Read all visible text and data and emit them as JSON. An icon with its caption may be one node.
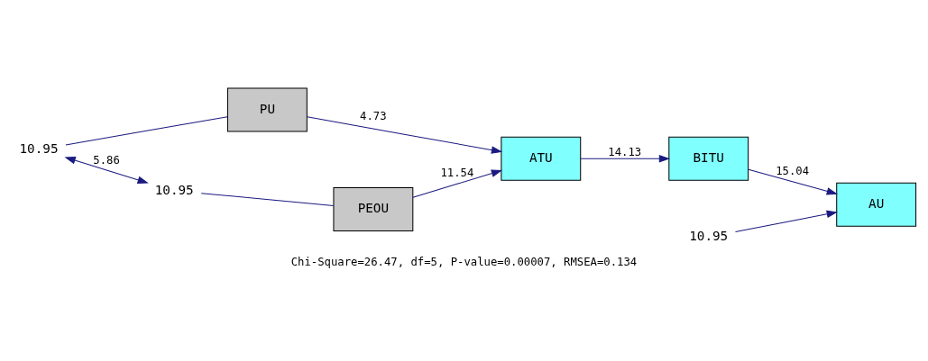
{
  "diagram": {
    "caption": "Chi-Square=26.47, df=5, P-value=0.00007, RMSEA=0.134",
    "nodes": [
      {
        "text": [
          "10.95"
        ]
      },
      {
        "text": [
          "PU"
        ]
      },
      {
        "text": [
          "10.95"
        ]
      },
      {
        "text": [
          "PEOU"
        ]
      },
      {
        "text": [
          "ATU"
        ]
      },
      {
        "text": [
          "BITU"
        ]
      },
      {
        "text": [
          "AU"
        ]
      },
      {
        "text": [
          "10.95"
        ]
      }
    ],
    "edges": [
      {
        "from": 0,
        "to": 1,
        "arrow": "none"
      },
      {
        "from": 2,
        "to": 3,
        "arrow": "none"
      },
      {
        "from": 0,
        "to": 2,
        "arrow": "both",
        "label": "5.86"
      },
      {
        "from": 1,
        "to": 4,
        "arrow": "to",
        "label": "4.73"
      },
      {
        "from": 3,
        "to": 4,
        "arrow": "to",
        "label": "11.54"
      },
      {
        "from": 4,
        "to": 5,
        "arrow": "to",
        "label": "14.13"
      },
      {
        "from": 5,
        "to": 6,
        "arrow": "to",
        "label": "15.04"
      },
      {
        "from": 7,
        "to": 6,
        "arrow": "to"
      }
    ]
  }
}
